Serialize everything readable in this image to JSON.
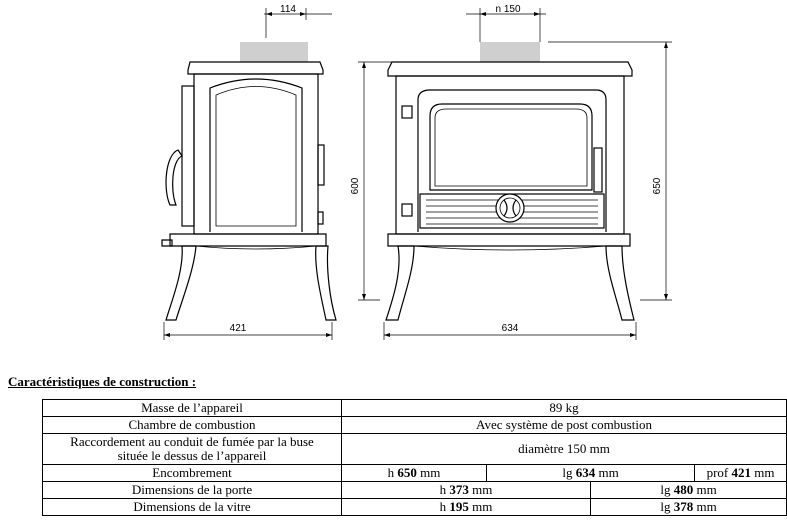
{
  "drawing": {
    "dims": {
      "flue_offset": "114",
      "flue_diameter": "n 150",
      "height_side": "600",
      "height_front": "650",
      "depth": "421",
      "width": "634"
    }
  },
  "section_title": "Caractéristiques de construction :",
  "table": {
    "masse": {
      "label": "Masse de l’appareil",
      "value": "89 kg"
    },
    "chambre": {
      "label": "Chambre de combustion",
      "value": "Avec système de post combustion"
    },
    "raccordement": {
      "label_line1": "Raccordement au conduit de fumée par la buse",
      "label_line2": "située le dessus de l’appareil",
      "value": "diamètre 150 mm"
    },
    "encombrement": {
      "label": "Encombrement",
      "h_prefix": "h ",
      "h_value": "650",
      "h_unit": " mm",
      "lg_prefix": "lg ",
      "lg_value": "634",
      "lg_unit": " mm",
      "prof_prefix": "prof ",
      "prof_value": "421",
      "prof_unit": " mm"
    },
    "porte": {
      "label": "Dimensions de la porte",
      "h_prefix": "h ",
      "h_value": "373",
      "h_unit": " mm",
      "lg_prefix": "lg ",
      "lg_value": "480",
      "lg_unit": " mm"
    },
    "vitre": {
      "label": "Dimensions de la vitre",
      "h_prefix": "h ",
      "h_value": "195",
      "h_unit": " mm",
      "lg_prefix": "lg ",
      "lg_value": "378",
      "lg_unit": " mm"
    }
  }
}
